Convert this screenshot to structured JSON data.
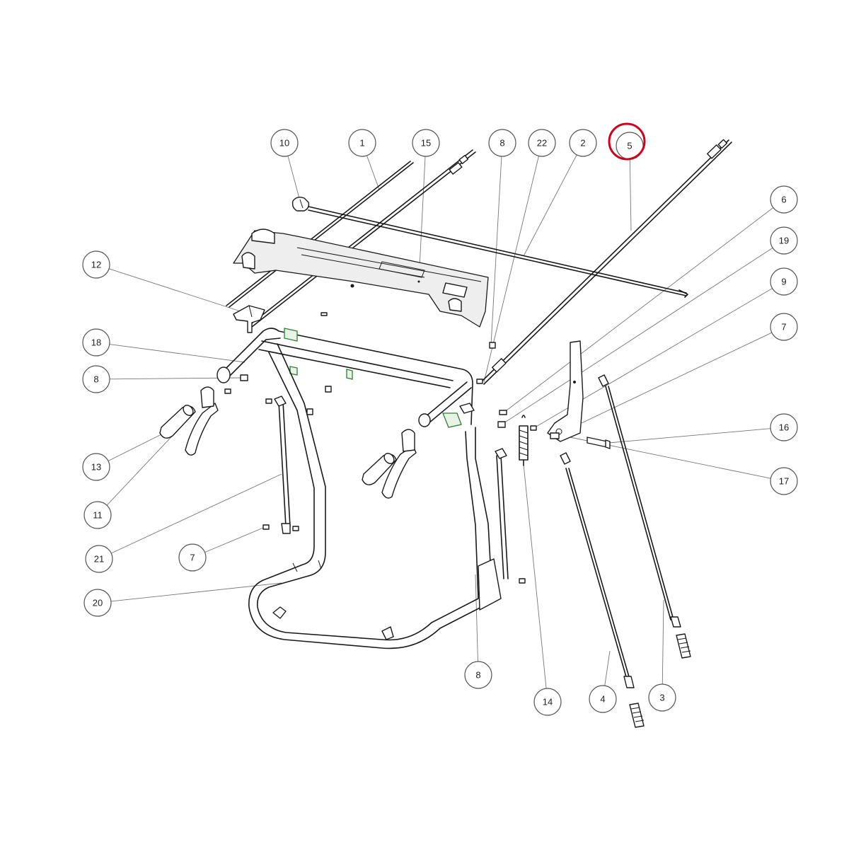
{
  "highlight_color": "#d0021b",
  "highlighted_part": "5",
  "callouts": [
    {
      "label": "10"
    },
    {
      "label": "1"
    },
    {
      "label": "15"
    },
    {
      "label": "8"
    },
    {
      "label": "22"
    },
    {
      "label": "2"
    },
    {
      "label": "5"
    },
    {
      "label": "6"
    },
    {
      "label": "19"
    },
    {
      "label": "9"
    },
    {
      "label": "7"
    },
    {
      "label": "12"
    },
    {
      "label": "18"
    },
    {
      "label": "8"
    },
    {
      "label": "16"
    },
    {
      "label": "17"
    },
    {
      "label": "13"
    },
    {
      "label": "11"
    },
    {
      "label": "21"
    },
    {
      "label": "7"
    },
    {
      "label": "20"
    },
    {
      "label": "8"
    },
    {
      "label": "14"
    },
    {
      "label": "4"
    },
    {
      "label": "3"
    }
  ]
}
